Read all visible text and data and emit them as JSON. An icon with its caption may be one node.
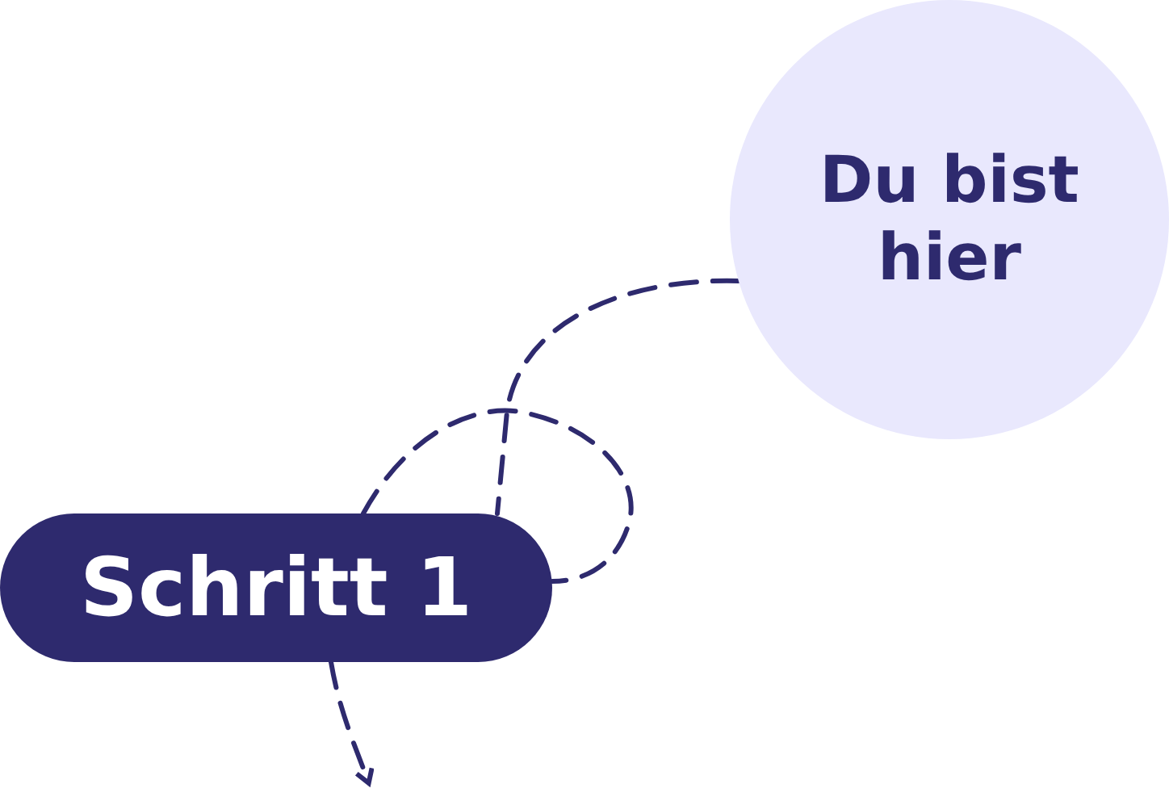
{
  "diagram": {
    "nodes": [
      {
        "text": [
          "Du bist hier"
        ]
      },
      {
        "text": [
          "Schritt 1"
        ]
      }
    ],
    "edges": [
      {
        "from": 0,
        "to": 1,
        "arrow": "none",
        "style": "dashed"
      },
      {
        "from": 1,
        "to": null,
        "arrow": "to",
        "style": "dashed"
      }
    ]
  }
}
